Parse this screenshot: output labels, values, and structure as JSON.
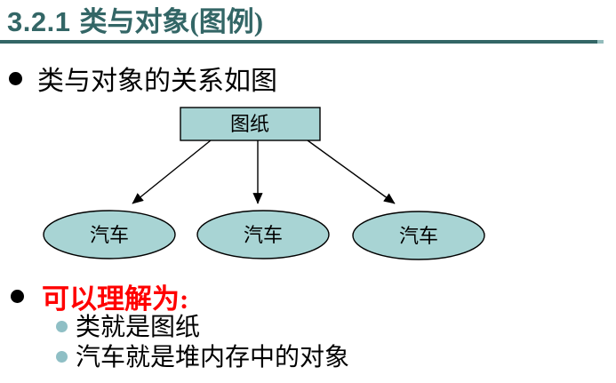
{
  "slide": {
    "title": {
      "number": "3.2.1",
      "text": "类与对象(图例)"
    },
    "bullet1": "类与对象的关系如图",
    "bullet2": "可以理解为:",
    "sub_bullets": [
      "类就是图纸",
      "汽车就是堆内存中的对象"
    ],
    "diagram": {
      "rect_label": "图纸",
      "ellipse_labels": [
        "汽车",
        "汽车",
        "汽车"
      ]
    },
    "colors": {
      "title_teal": "#336666",
      "rule_cap": "#93bcbc",
      "shape_fill": "#a8d4d4",
      "shape_border": "#000000",
      "emphasis_red": "#ff0000",
      "sub_bullet_teal": "#8fbfc5",
      "body_text": "#000000"
    }
  }
}
